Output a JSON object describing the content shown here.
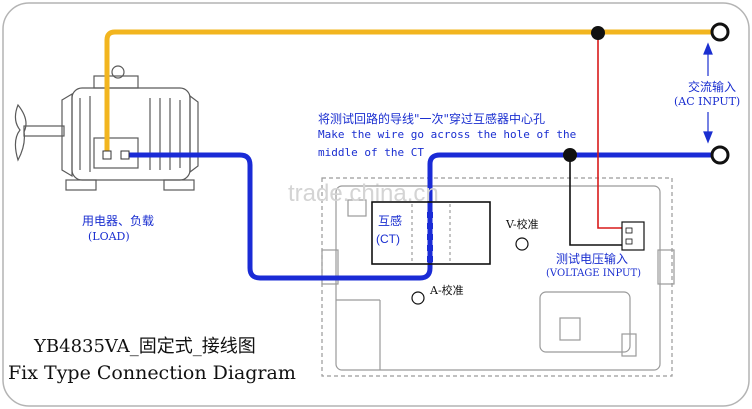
{
  "colors": {
    "ac_wire": "#f2b51f",
    "ct_wire": "#1a2bd6",
    "voltage_wire": "#d81a1a",
    "label_text": "#1a2ed0",
    "meter_outline": "#9a9a9a",
    "frame_border": "#b4b4b4"
  },
  "instruction": {
    "cn": "将测试回路的导线\"一次\"穿过互感器中心孔",
    "en_line1": "Make the wire go across the hole of the",
    "en_line2": "middle of the CT"
  },
  "ac_input": {
    "cn": "交流输入",
    "en": "(AC INPUT)"
  },
  "load": {
    "cn": "用电器、负载",
    "en": "(LOAD)"
  },
  "ct": {
    "cn": "互感",
    "en": "(CT)"
  },
  "v_calibration": "V-校准",
  "a_calibration": "A-校准",
  "voltage_input": {
    "cn": "测试电压输入",
    "en": "(VOLTAGE INPUT)"
  },
  "watermark": "trade.china.cn",
  "title": {
    "cn_line": "YB4835VA_固定式_接线图",
    "en_line": "Fix Type Connection Diagram"
  }
}
